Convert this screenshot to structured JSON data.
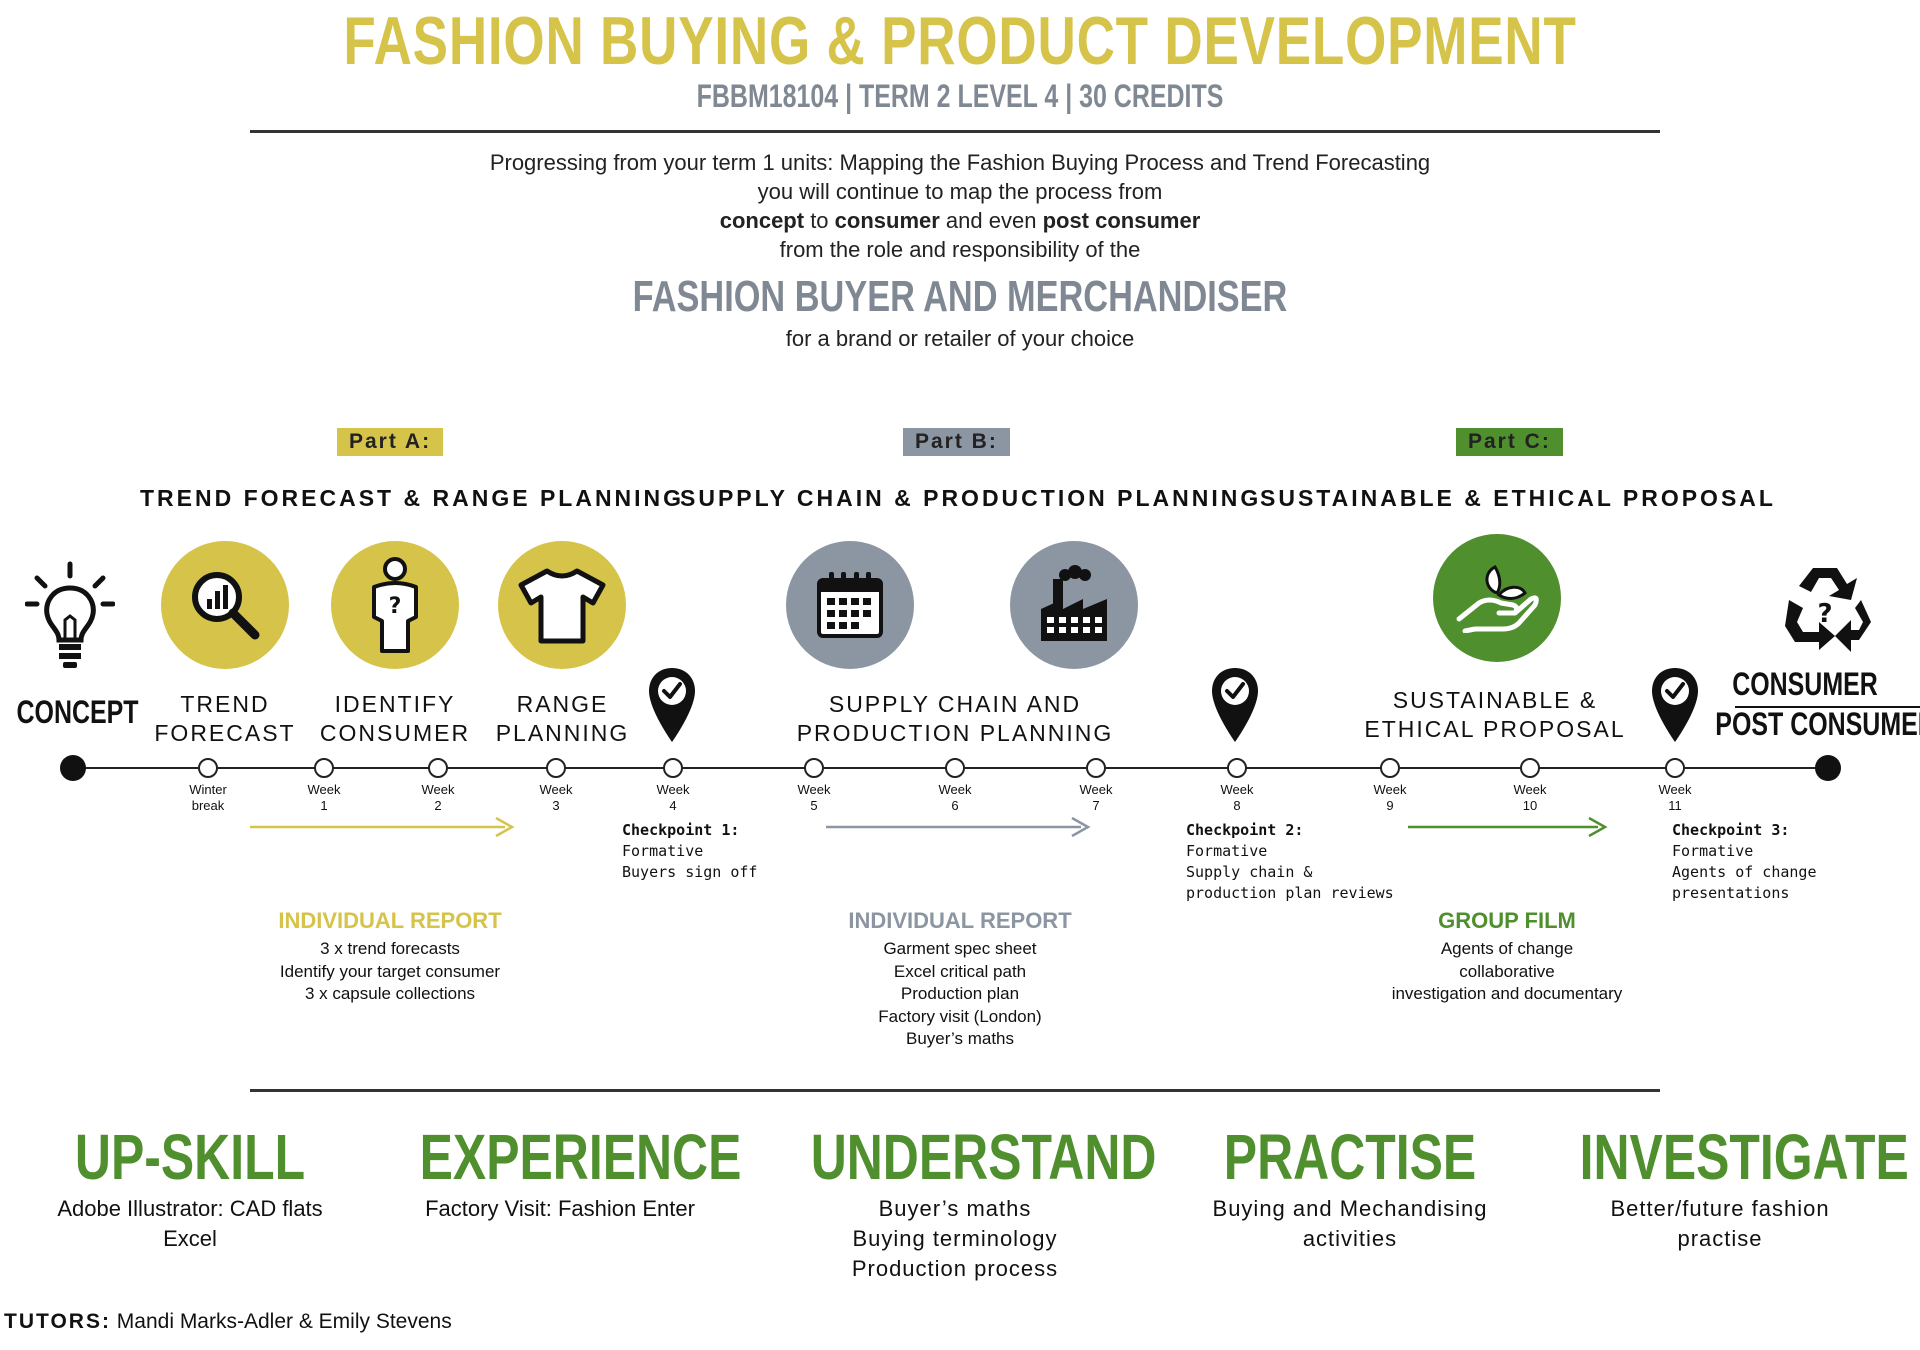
{
  "header": {
    "title": "FASHION BUYING & PRODUCT DEVELOPMENT",
    "subtitle": "FBBM18104  | TERM 2 LEVEL 4 | 30 CREDITS"
  },
  "intro": {
    "line1": "Progressing from your term 1 units: Mapping the Fashion Buying Process and Trend Forecasting",
    "line2": "you will continue to map the process from",
    "line3_concept": "concept",
    "line3_to": " to ",
    "line3_consumer": "consumer",
    "line3_and": " and even ",
    "line3_post": "post consumer",
    "line4": "from the role and responsibility of the",
    "role": "FASHION BUYER AND MERCHANDISER",
    "line5": "for a brand or retailer of your choice"
  },
  "parts": [
    {
      "badge": "Part A:",
      "title": "TREND FORECAST & RANGE PLANNING",
      "color": "#d6c34a"
    },
    {
      "badge": "Part B:",
      "title": "SUPPLY CHAIN & PRODUCTION PLANNING",
      "color": "#8c96a3"
    },
    {
      "badge": "Part C:",
      "title": "SUSTAINABLE & ETHICAL PROPOSAL",
      "color": "#4f8f2e"
    }
  ],
  "steps": {
    "concept": "CONCEPT",
    "trend1": "TREND",
    "trend2": "FORECAST",
    "identify1": "IDENTIFY",
    "identify2": "CONSUMER",
    "range1": "RANGE",
    "range2": "PLANNING",
    "supply1": "SUPPLY CHAIN AND",
    "supply2": "PRODUCTION PLANNING",
    "sust1": "SUSTAINABLE &",
    "sust2": "ETHICAL PROPOSAL",
    "consumer": "CONSUMER",
    "post_consumer": "POST CONSUMER"
  },
  "weeks": [
    {
      "l1": "Winter",
      "l2": "break"
    },
    {
      "l1": "Week",
      "l2": "1"
    },
    {
      "l1": "Week",
      "l2": "2"
    },
    {
      "l1": "Week",
      "l2": "3"
    },
    {
      "l1": "Week",
      "l2": "4"
    },
    {
      "l1": "Week",
      "l2": "5"
    },
    {
      "l1": "Week",
      "l2": "6"
    },
    {
      "l1": "Week",
      "l2": "7"
    },
    {
      "l1": "Week",
      "l2": "8"
    },
    {
      "l1": "Week",
      "l2": "9"
    },
    {
      "l1": "Week",
      "l2": "10"
    },
    {
      "l1": "Week",
      "l2": "11"
    }
  ],
  "checkpoints": [
    {
      "title": "Checkpoint 1:",
      "l1": "Formative",
      "l2": "Buyers sign off",
      "l3": ""
    },
    {
      "title": "Checkpoint 2:",
      "l1": "Formative",
      "l2": "Supply chain &",
      "l3": "production plan reviews"
    },
    {
      "title": "Checkpoint 3:",
      "l1": "Formative",
      "l2": "Agents of change",
      "l3": "presentations"
    }
  ],
  "deliverables": [
    {
      "heading": "INDIVIDUAL REPORT",
      "lines": [
        "3 x trend forecasts",
        "Identify your target consumer",
        "3 x capsule collections"
      ]
    },
    {
      "heading": "INDIVIDUAL REPORT",
      "lines": [
        "Garment spec sheet",
        "Excel critical path",
        "Production plan",
        "Factory visit (London)",
        "Buyer’s maths"
      ]
    },
    {
      "heading": "GROUP FILM",
      "lines": [
        "Agents of change",
        "collaborative",
        "investigation and documentary"
      ]
    }
  ],
  "skills": [
    {
      "heading": "UP-SKILL",
      "lines": [
        "Adobe Illustrator: CAD flats",
        "Excel"
      ]
    },
    {
      "heading": "EXPERIENCE",
      "lines": [
        "Factory Visit: Fashion Enter"
      ]
    },
    {
      "heading": "UNDERSTAND",
      "lines": [
        "Buyer’s maths",
        "Buying terminology",
        "Production process"
      ]
    },
    {
      "heading": "PRACTISE",
      "lines": [
        "Buying and Mechandising",
        "activities"
      ]
    },
    {
      "heading": "INVESTIGATE",
      "lines": [
        "Better/future fashion",
        "practise"
      ]
    }
  ],
  "tutors": {
    "label": "TUTORS:",
    "names": " Mandi Marks-Adler & Emily Stevens"
  },
  "icons": {
    "concept": "lightbulb-icon",
    "trend": "magnifier-chart-icon",
    "identify": "person-question-icon",
    "range": "tshirt-icon",
    "supply": "calendar-icon",
    "production": "factory-icon",
    "sustainable": "hand-plant-icon",
    "post_consumer": "recycle-question-icon",
    "checkpoint": "location-check-icon"
  }
}
